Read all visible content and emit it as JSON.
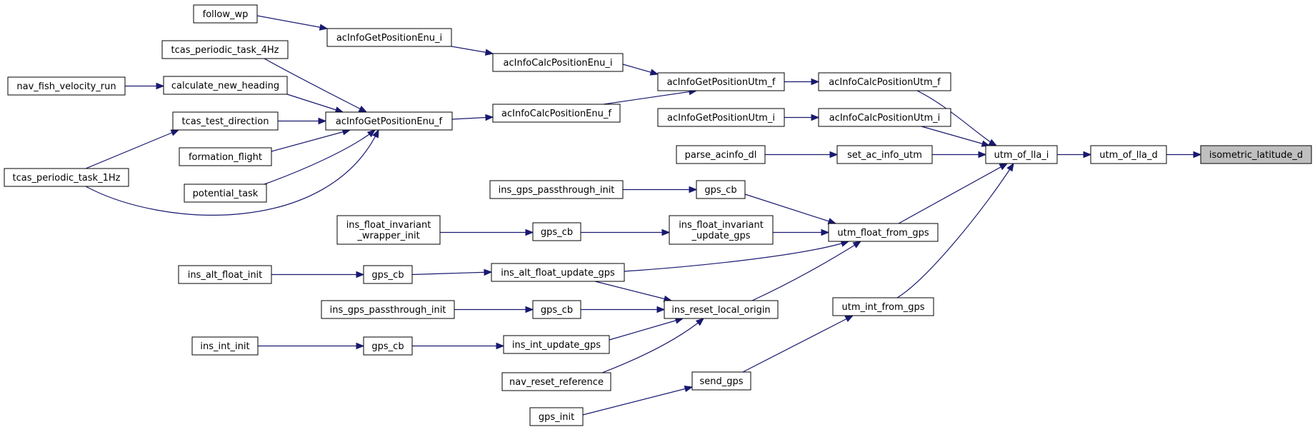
{
  "graph": {
    "title": "",
    "colors": {
      "edge": "#191970",
      "node_border": "#000000",
      "node_fill": "#ffffff",
      "highlight_fill": "#bfbfbf"
    },
    "nodes": [
      {
        "id": "isometric_latitude_d",
        "lines": [
          "isometric_latitude_d"
        ],
        "highlight": true
      },
      {
        "id": "utm_of_lla_d",
        "lines": [
          "utm_of_lla_d"
        ]
      },
      {
        "id": "utm_of_lla_i",
        "lines": [
          "utm_of_lla_i"
        ]
      },
      {
        "id": "acInfoCalcPositionUtm_f",
        "lines": [
          "acInfoCalcPositionUtm_f"
        ]
      },
      {
        "id": "acInfoCalcPositionUtm_i",
        "lines": [
          "acInfoCalcPositionUtm_i"
        ]
      },
      {
        "id": "set_ac_info_utm",
        "lines": [
          "set_ac_info_utm"
        ]
      },
      {
        "id": "utm_float_from_gps",
        "lines": [
          "utm_float_from_gps"
        ]
      },
      {
        "id": "utm_int_from_gps",
        "lines": [
          "utm_int_from_gps"
        ]
      },
      {
        "id": "acInfoGetPositionUtm_f",
        "lines": [
          "acInfoGetPositionUtm_f"
        ]
      },
      {
        "id": "acInfoGetPositionUtm_i",
        "lines": [
          "acInfoGetPositionUtm_i"
        ]
      },
      {
        "id": "parse_acinfo_dl",
        "lines": [
          "parse_acinfo_dl"
        ]
      },
      {
        "id": "gps_cb_a",
        "lines": [
          "gps_cb"
        ]
      },
      {
        "id": "ins_float_invariant_update_gps",
        "lines": [
          "ins_float_invariant",
          "_update_gps"
        ]
      },
      {
        "id": "ins_alt_float_update_gps",
        "lines": [
          "ins_alt_float_update_gps"
        ]
      },
      {
        "id": "ins_reset_local_origin",
        "lines": [
          "ins_reset_local_origin"
        ]
      },
      {
        "id": "send_gps",
        "lines": [
          "send_gps"
        ]
      },
      {
        "id": "acInfoCalcPositionEnu_i",
        "lines": [
          "acInfoCalcPositionEnu_i"
        ]
      },
      {
        "id": "acInfoCalcPositionEnu_f",
        "lines": [
          "acInfoCalcPositionEnu_f"
        ]
      },
      {
        "id": "ins_gps_passthrough_init_a",
        "lines": [
          "ins_gps_passthrough_init"
        ]
      },
      {
        "id": "gps_cb_b",
        "lines": [
          "gps_cb"
        ]
      },
      {
        "id": "gps_cb_c",
        "lines": [
          "gps_cb"
        ]
      },
      {
        "id": "gps_cb_d",
        "lines": [
          "gps_cb"
        ]
      },
      {
        "id": "gps_cb_e",
        "lines": [
          "gps_cb"
        ]
      },
      {
        "id": "ins_int_update_gps",
        "lines": [
          "ins_int_update_gps"
        ]
      },
      {
        "id": "nav_reset_reference",
        "lines": [
          "nav_reset_reference"
        ]
      },
      {
        "id": "gps_init",
        "lines": [
          "gps_init"
        ]
      },
      {
        "id": "acInfoGetPositionEnu_i",
        "lines": [
          "acInfoGetPositionEnu_i"
        ]
      },
      {
        "id": "acInfoGetPositionEnu_f",
        "lines": [
          "acInfoGetPositionEnu_f"
        ]
      },
      {
        "id": "ins_float_invariant_wrapper_init",
        "lines": [
          "ins_float_invariant",
          "_wrapper_init"
        ]
      },
      {
        "id": "ins_alt_float_init",
        "lines": [
          "ins_alt_float_init"
        ]
      },
      {
        "id": "ins_gps_passthrough_init_b",
        "lines": [
          "ins_gps_passthrough_init"
        ]
      },
      {
        "id": "ins_int_init",
        "lines": [
          "ins_int_init"
        ]
      },
      {
        "id": "follow_wp",
        "lines": [
          "follow_wp"
        ]
      },
      {
        "id": "tcas_periodic_task_4Hz",
        "lines": [
          "tcas_periodic_task_4Hz"
        ]
      },
      {
        "id": "calculate_new_heading",
        "lines": [
          "calculate_new_heading"
        ]
      },
      {
        "id": "tcas_test_direction",
        "lines": [
          "tcas_test_direction"
        ]
      },
      {
        "id": "formation_flight",
        "lines": [
          "formation_flight"
        ]
      },
      {
        "id": "potential_task",
        "lines": [
          "potential_task"
        ]
      },
      {
        "id": "nav_fish_velocity_run",
        "lines": [
          "nav_fish_velocity_run"
        ]
      },
      {
        "id": "tcas_periodic_task_1Hz",
        "lines": [
          "tcas_periodic_task_1Hz"
        ]
      }
    ],
    "edges": [
      {
        "from": "utm_of_lla_d",
        "to": "isometric_latitude_d"
      },
      {
        "from": "utm_of_lla_i",
        "to": "utm_of_lla_d"
      },
      {
        "from": "acInfoCalcPositionUtm_f",
        "to": "utm_of_lla_i"
      },
      {
        "from": "acInfoCalcPositionUtm_i",
        "to": "utm_of_lla_i"
      },
      {
        "from": "set_ac_info_utm",
        "to": "utm_of_lla_i"
      },
      {
        "from": "utm_float_from_gps",
        "to": "utm_of_lla_i"
      },
      {
        "from": "utm_int_from_gps",
        "to": "utm_of_lla_i"
      },
      {
        "from": "acInfoGetPositionUtm_f",
        "to": "acInfoCalcPositionUtm_f"
      },
      {
        "from": "acInfoGetPositionUtm_i",
        "to": "acInfoCalcPositionUtm_i"
      },
      {
        "from": "parse_acinfo_dl",
        "to": "set_ac_info_utm"
      },
      {
        "from": "gps_cb_a",
        "to": "utm_float_from_gps"
      },
      {
        "from": "ins_float_invariant_update_gps",
        "to": "utm_float_from_gps"
      },
      {
        "from": "ins_alt_float_update_gps",
        "to": "utm_float_from_gps"
      },
      {
        "from": "ins_reset_local_origin",
        "to": "utm_float_from_gps"
      },
      {
        "from": "send_gps",
        "to": "utm_int_from_gps"
      },
      {
        "from": "acInfoCalcPositionEnu_i",
        "to": "acInfoGetPositionUtm_f"
      },
      {
        "from": "acInfoCalcPositionEnu_f",
        "to": "acInfoGetPositionUtm_f"
      },
      {
        "from": "ins_gps_passthrough_init_a",
        "to": "gps_cb_a"
      },
      {
        "from": "gps_cb_b",
        "to": "ins_float_invariant_update_gps"
      },
      {
        "from": "gps_cb_c",
        "to": "ins_alt_float_update_gps"
      },
      {
        "from": "ins_alt_float_update_gps",
        "to": "ins_reset_local_origin"
      },
      {
        "from": "gps_cb_d",
        "to": "ins_reset_local_origin"
      },
      {
        "from": "ins_int_update_gps",
        "to": "ins_reset_local_origin"
      },
      {
        "from": "nav_reset_reference",
        "to": "ins_reset_local_origin"
      },
      {
        "from": "gps_init",
        "to": "send_gps"
      },
      {
        "from": "acInfoGetPositionEnu_i",
        "to": "acInfoCalcPositionEnu_i"
      },
      {
        "from": "acInfoGetPositionEnu_f",
        "to": "acInfoCalcPositionEnu_f"
      },
      {
        "from": "ins_float_invariant_wrapper_init",
        "to": "gps_cb_b"
      },
      {
        "from": "ins_alt_float_init",
        "to": "gps_cb_c"
      },
      {
        "from": "ins_gps_passthrough_init_b",
        "to": "gps_cb_d"
      },
      {
        "from": "gps_cb_e",
        "to": "ins_int_update_gps"
      },
      {
        "from": "ins_int_init",
        "to": "gps_cb_e"
      },
      {
        "from": "follow_wp",
        "to": "acInfoGetPositionEnu_i"
      },
      {
        "from": "tcas_periodic_task_4Hz",
        "to": "acInfoGetPositionEnu_f"
      },
      {
        "from": "calculate_new_heading",
        "to": "acInfoGetPositionEnu_f"
      },
      {
        "from": "tcas_test_direction",
        "to": "acInfoGetPositionEnu_f"
      },
      {
        "from": "formation_flight",
        "to": "acInfoGetPositionEnu_f"
      },
      {
        "from": "potential_task",
        "to": "acInfoGetPositionEnu_f"
      },
      {
        "from": "tcas_periodic_task_1Hz",
        "to": "acInfoGetPositionEnu_f"
      },
      {
        "from": "nav_fish_velocity_run",
        "to": "calculate_new_heading"
      },
      {
        "from": "tcas_periodic_task_1Hz",
        "to": "tcas_test_direction"
      }
    ]
  }
}
